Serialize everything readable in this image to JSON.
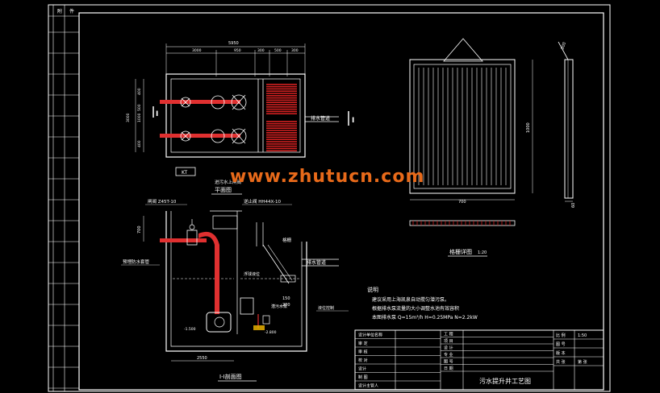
{
  "colors": {
    "background": "#000000",
    "line": "#ffffff",
    "pipe": "#e03030",
    "grating": "#d02020",
    "dim": "#ffffff",
    "accent": "#e8b000",
    "watermark": "#e86a1a"
  },
  "watermark": "www.zhutucn.com",
  "side_strip": {
    "header_1": "附",
    "header_2": "件"
  },
  "plan_view": {
    "top_dims": [
      "5950",
      "3000",
      "950",
      "300",
      "500",
      "300"
    ],
    "left_dims": [
      "400",
      "1000",
      "500",
      "400"
    ],
    "left_total": "3000",
    "section_mark": "I",
    "outlet_label": "排水管道",
    "kt_label": "KT",
    "title": "平面图"
  },
  "grating_detail": {
    "width_dim": "700",
    "height_dim": "1000",
    "side_dim_top": "300",
    "side_dim_bottom": "60",
    "title": "格栅详图",
    "scale": "1:20"
  },
  "section_view": {
    "label_valve1": "闸阀 Z45T-10",
    "label_valve2": "逆止阀 HH44X-10",
    "label_inlet": "进污水上闸阀",
    "label_pre": "预埋防水套管",
    "label_grid": "格栅",
    "label_outlet": "排水管道",
    "label_float": "浮球液位",
    "label_pump": "潜污水泵",
    "label_level": "液位控制",
    "dim_height": "700",
    "dim_150": "150",
    "dim_200": "200",
    "dim_width": "2550",
    "elev_1": "-1.500",
    "elev_2": "-2.800",
    "title": "I-I剖面图"
  },
  "notes": {
    "heading": "说明",
    "line_1": "建议采用上海凯泉自动搅匀潜污泵。",
    "line_2": "根据排水泵流量的大小调整水池有效容积",
    "line_3": "本图排水泵 Q=15m³/h   H=0.25MPa N=2.2kW"
  },
  "title_block": {
    "left_rows": [
      "设计单位名称",
      "审 定",
      "审 核",
      "校 对",
      "设计",
      "制 图",
      "设计主管人"
    ],
    "mid_rows": [
      "工 程",
      "项 目",
      "设 计",
      "专 业",
      "图 号",
      "日 期"
    ],
    "drawing_title": "污水提升井工艺图",
    "right_rows": [
      {
        "label": "比 例",
        "value": "1:50"
      },
      {
        "label": "图 号",
        "value": ""
      },
      {
        "label": "版 本",
        "value": ""
      },
      {
        "label": "共 张",
        "value": "第 张"
      }
    ]
  }
}
